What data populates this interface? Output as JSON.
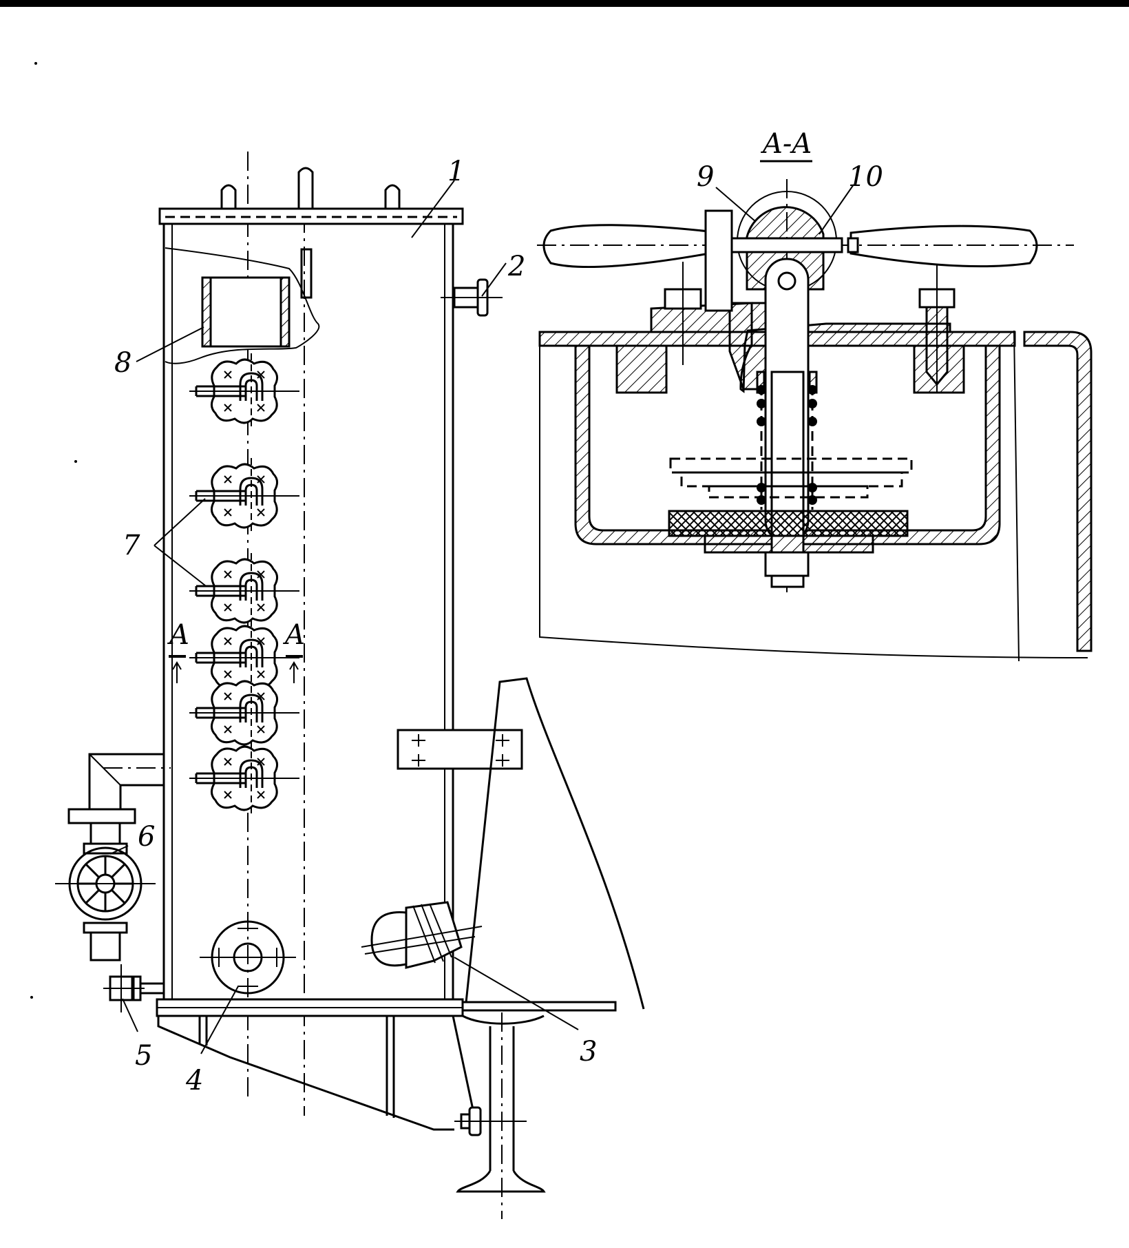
{
  "section_title": "A-A",
  "labels": {
    "l1": "1",
    "l2": "2",
    "l3": "3",
    "l4": "4",
    "l5": "5",
    "l6": "6",
    "l7": "7",
    "l8": "8",
    "l9": "9",
    "l10": "10",
    "cut_left": "A",
    "cut_right": "A"
  }
}
